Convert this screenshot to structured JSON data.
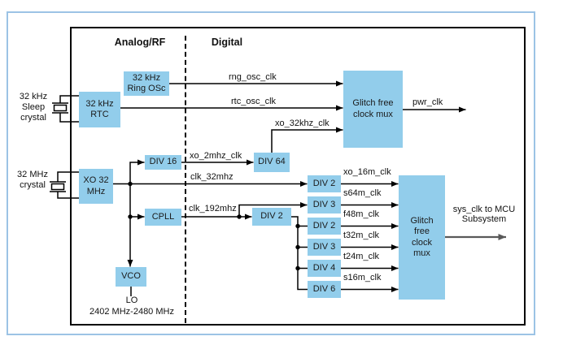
{
  "diagram": {
    "headers": {
      "analog": "Analog/RF",
      "digital": "Digital"
    },
    "crystals": {
      "sleep": "32 kHz\nSleep\ncrystal",
      "mhz32": "32 MHz\ncrystal"
    },
    "blocks": {
      "ring_osc": "32 kHz\nRing OSc",
      "rtc": "32 kHz\nRTC",
      "xo": "XO 32\nMHz",
      "div16": "DIV 16",
      "div64": "DIV 64",
      "cpll": "CPLL",
      "vco": "VCO",
      "div2_pll": "DIV 2",
      "mux_pwr": "Glitch free\nclock mux",
      "mux_sys": "Glitch\nfree\nclock\nmux"
    },
    "dividers": [
      {
        "label": "DIV 2",
        "signal": "xo_16m_clk"
      },
      {
        "label": "DIV 3",
        "signal": "s64m_clk"
      },
      {
        "label": "DIV 2",
        "signal": "f48m_clk"
      },
      {
        "label": "DIV 3",
        "signal": "t32m_clk"
      },
      {
        "label": "DIV 4",
        "signal": "t24m_clk"
      },
      {
        "label": "DIV 6",
        "signal": "s16m_clk"
      }
    ],
    "signals": {
      "rng": "rng_osc_clk",
      "rtc": "rtc_osc_clk",
      "xo32k": "xo_32khz_clk",
      "xo2m": "xo_2mhz_clk",
      "clk32m": "clk_32mhz",
      "clk192m": "clk_192mhz",
      "pwr": "pwr_clk",
      "sys": "sys_clk to MCU\nSubsystem"
    },
    "lo": {
      "name": "LO",
      "range": "2402 MHz-2480 MHz"
    },
    "colors": {
      "block_fill": "#92CDEB",
      "outer_border": "#9CC3E5",
      "wire": "#000000",
      "sys_wire": "#595959"
    }
  }
}
